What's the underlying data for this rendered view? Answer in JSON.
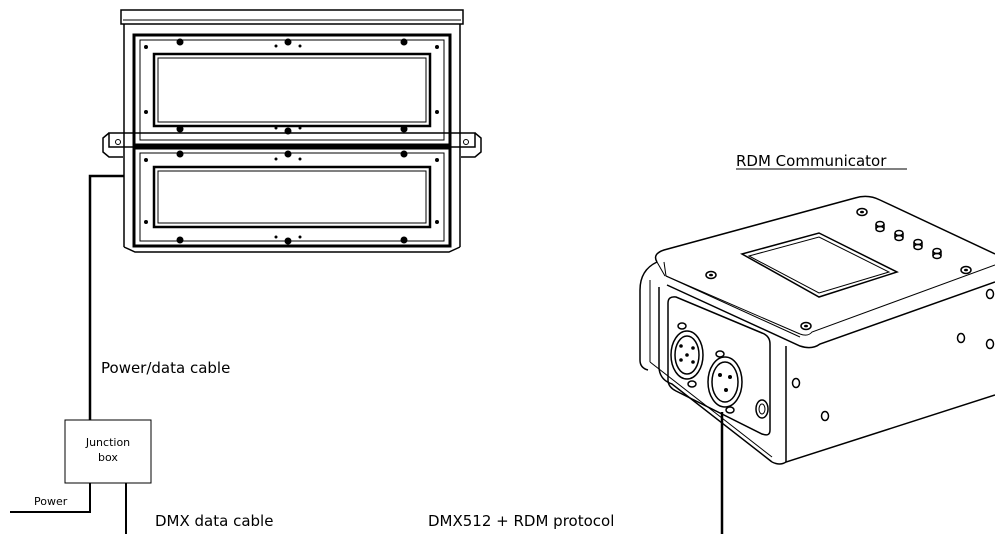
{
  "labels": {
    "rdm_communicator": "RDM Communicator",
    "power_data_cable": "Power/data cable",
    "junction_box_line1": "Junction",
    "junction_box_line2": "box",
    "power": "Power",
    "dmx_data_cable": "DMX data cable",
    "dmx_protocol": "DMX512 + RDM protocol"
  },
  "colors": {
    "line": "#000000",
    "background": "#ffffff"
  },
  "icons": {
    "fixture": "led-strobe-fixture-icon",
    "communicator": "rdm-communicator-device-icon",
    "xlr_male": "xlr-5pin-connector-icon",
    "xlr_female": "xlr-3pin-connector-icon"
  }
}
